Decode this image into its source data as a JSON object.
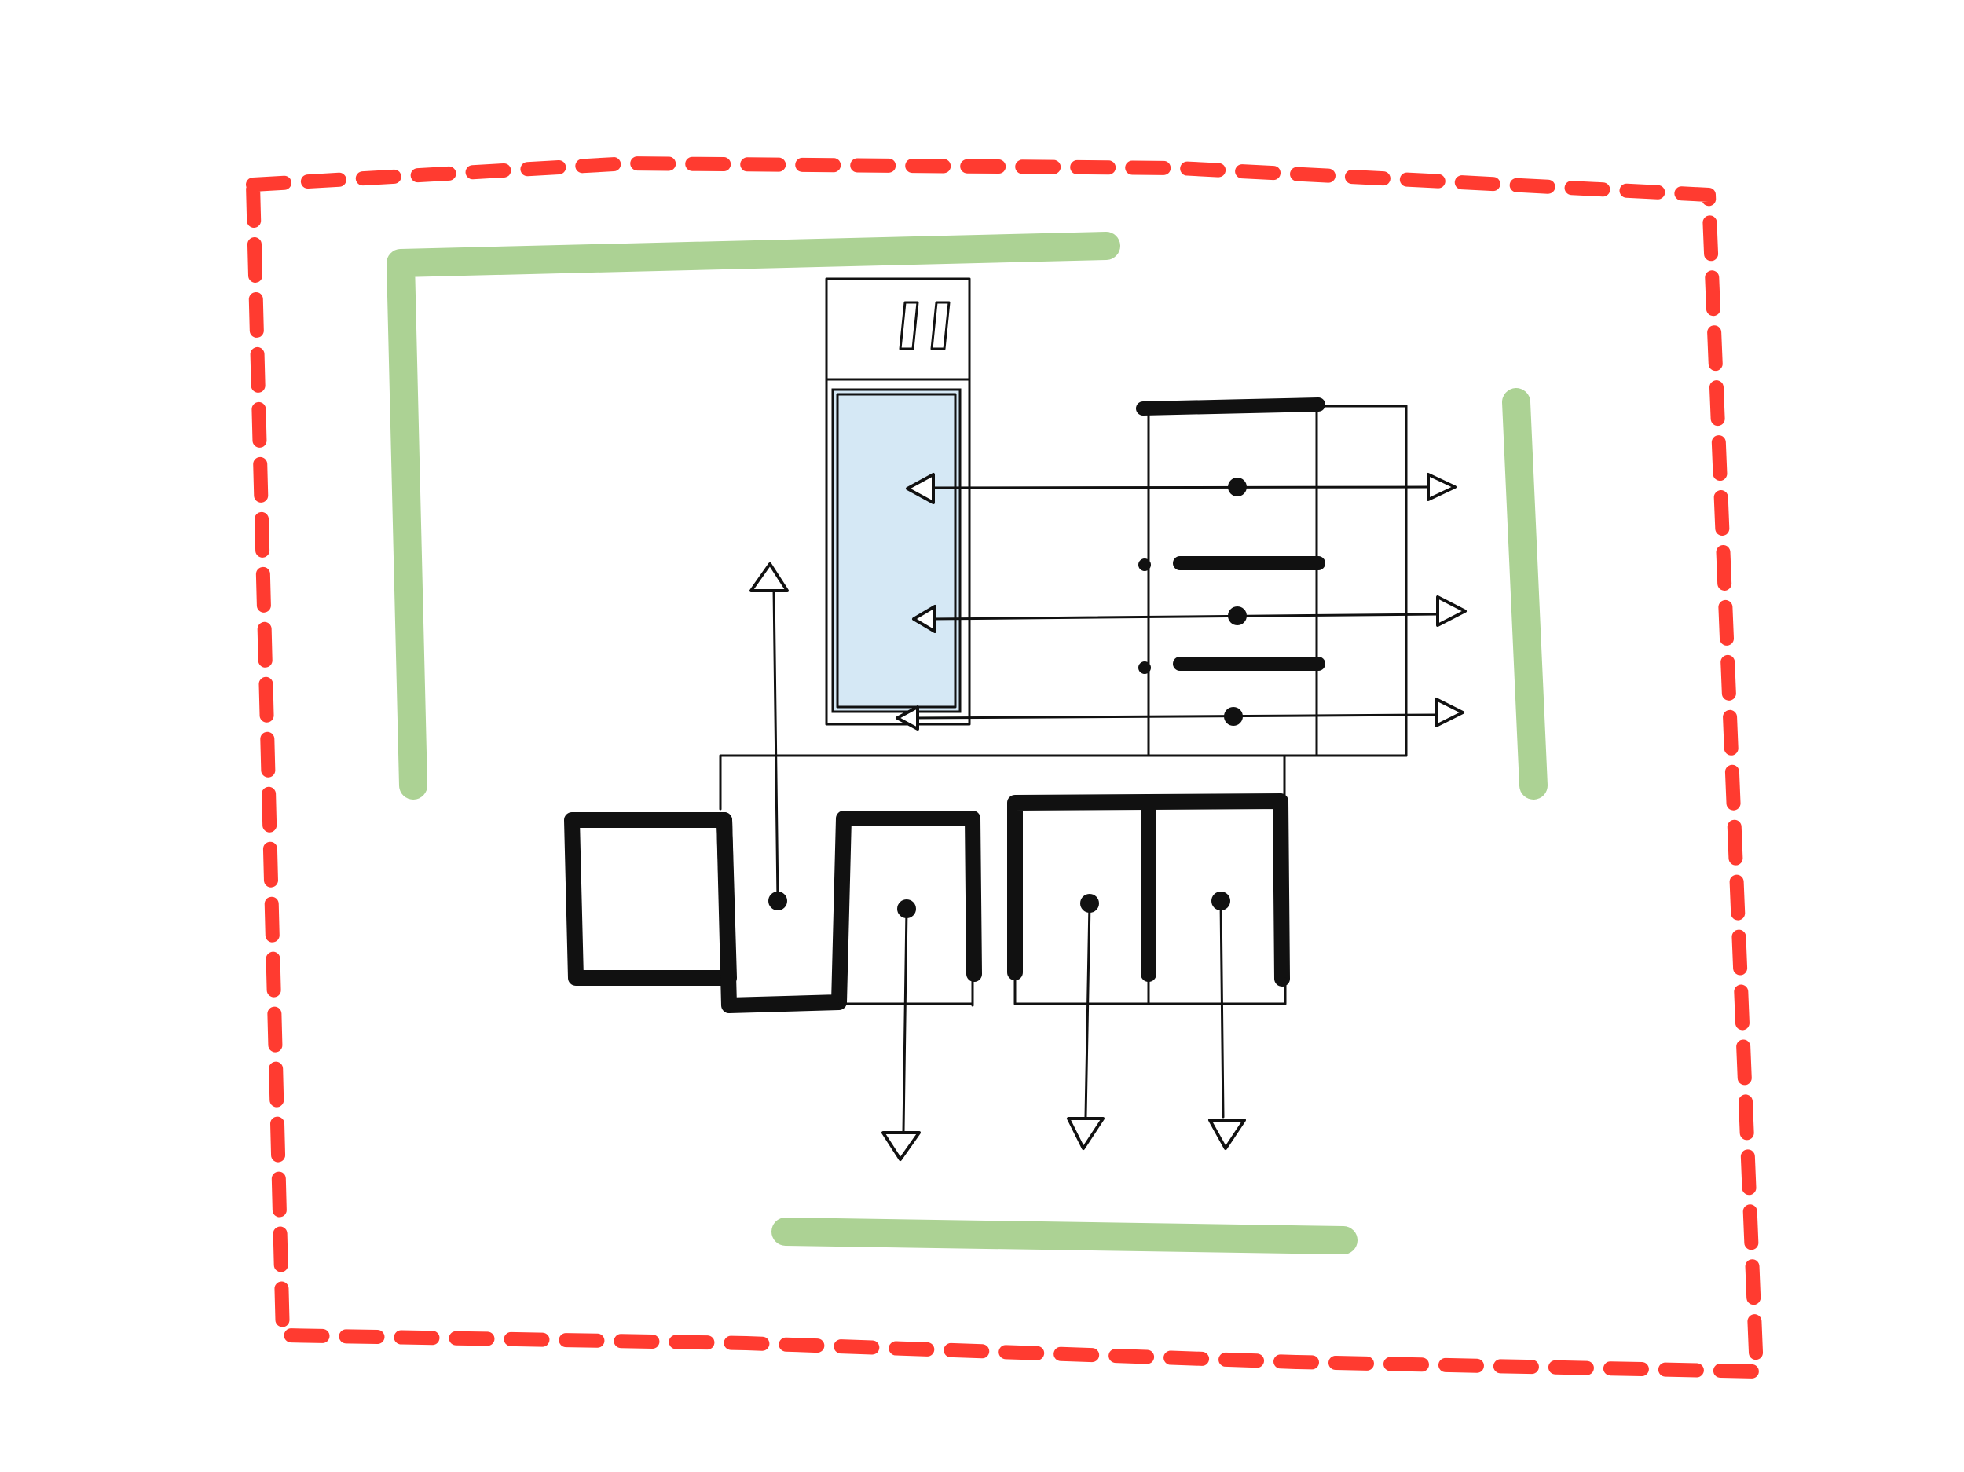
{
  "diagram": {
    "kind": "hand-drawn layout sketch",
    "colors": {
      "frame": "#ff3b30",
      "highlight": "#acd294",
      "panel_fill": "#d5e8f5",
      "ink": "#111111"
    },
    "frame": {
      "style": "dashed",
      "color": "#ff3b30"
    },
    "highlights": [
      "top-left",
      "right",
      "bottom"
    ],
    "title_tab_icon": "two-slanted-rectangles"
  }
}
